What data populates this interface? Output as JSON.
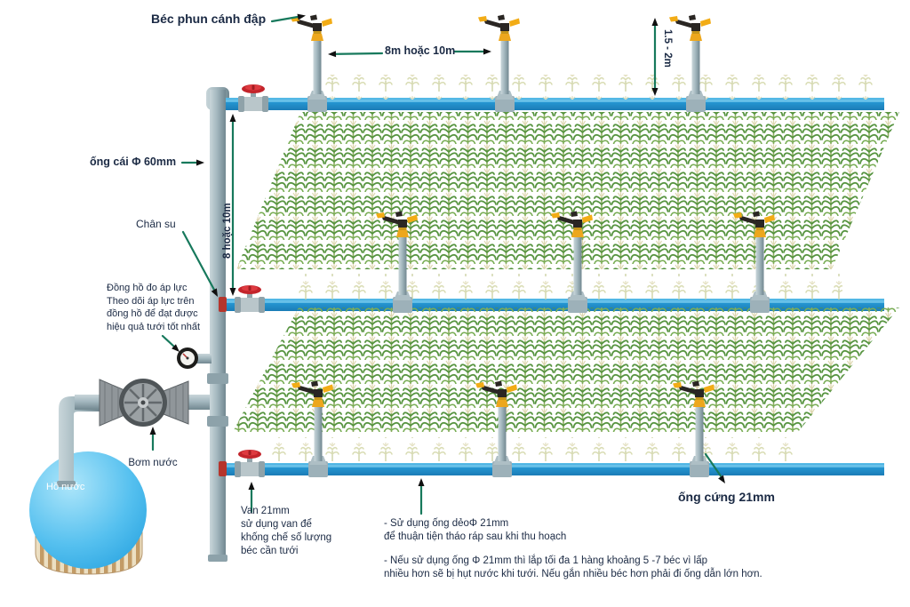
{
  "diagram": {
    "sprinkler_label": "Béc phun cánh đập",
    "spacing_label": "8m hoặc 10m",
    "height_label": "1.5 - 2m",
    "main_pipe_label": "ống cái Φ 60mm",
    "row_spacing_label": "8 hoặc 10m",
    "rubber_base_label": "Chân su",
    "gauge_note": {
      "line1": "Đồng hồ đo áp lực",
      "line2": "Theo dõi áp lực trên",
      "line3": "đồng hồ để đạt được",
      "line4": "hiệu quả tưới tốt nhất"
    },
    "pump_label": "Bơm nước",
    "reservoir_label": "Hồ nước",
    "valve_note": {
      "line1": "Van 21mm",
      "line2": "sử dụng van để",
      "line3": "khống chế số lượng",
      "line4": "béc cần tưới"
    },
    "flexible_pipe_note": {
      "line1": "- Sử dụng ống dẻoΦ 21mm",
      "line2": "để thuận tiện tháo ráp sau khi thu hoạch"
    },
    "capacity_note": {
      "line1": "- Nếu sử dụng ống Φ 21mm thì lắp tối đa 1 hàng khoảng 5 -7 béc vì lấp",
      "line2": "nhiều hơn sẽ bị hụt nước khi tưới. Nếu gắn nhiều béc hơn phải đi ống dẫn lớn hơn."
    },
    "rigid_pipe_label": "ống cứng 21mm"
  },
  "figure": {
    "sprinkler_rows": 3,
    "sprinklers_per_row": 3,
    "pipe_lines": 3
  },
  "colors": {
    "pipe_blue": "#2b9fd9",
    "pipe_gray": "#a4b8bf",
    "valve_red": "#c3242b",
    "arrow_green": "#17795c",
    "arrowhead_black": "#101010",
    "text_navy": "#1b2a44",
    "corn_green": "#579440",
    "water_blue": "#55c0ef",
    "basket_tan": "#c29b66",
    "sprinkler_yellow": "#f2ac16"
  }
}
